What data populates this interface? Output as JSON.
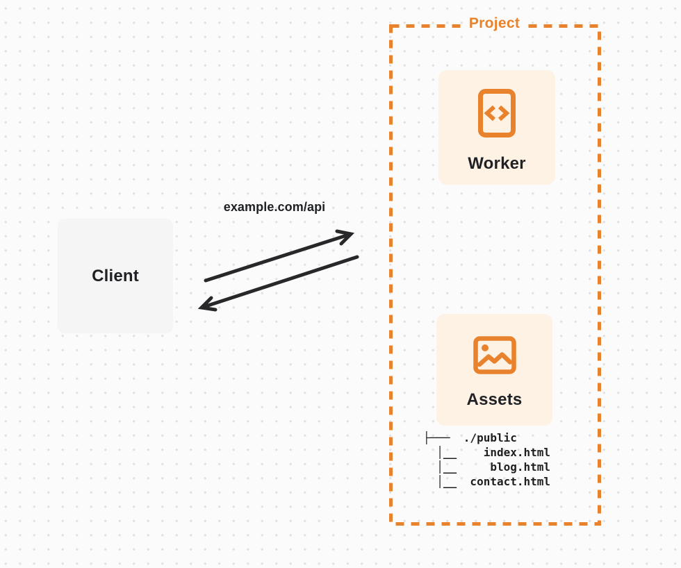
{
  "diagram": {
    "client": {
      "label": "Client"
    },
    "request": {
      "label": "example.com/api"
    },
    "project": {
      "title": "Project",
      "worker": {
        "label": "Worker",
        "icon": "code-file-icon"
      },
      "assets": {
        "label": "Assets",
        "icon": "image-icon"
      },
      "file_tree": {
        "lines": [
          "├───  ./public",
          "  │__    index.html",
          "  │__     blog.html",
          "  │__  contact.html"
        ]
      }
    },
    "colors": {
      "accent_orange": "#E8822C",
      "card_fill": "#FDF2E3",
      "client_fill": "#F5F5F6",
      "arrow_ink": "#28282B",
      "page_bg": "#FBFBFB",
      "dot_grid": "#E2E2E2"
    }
  }
}
